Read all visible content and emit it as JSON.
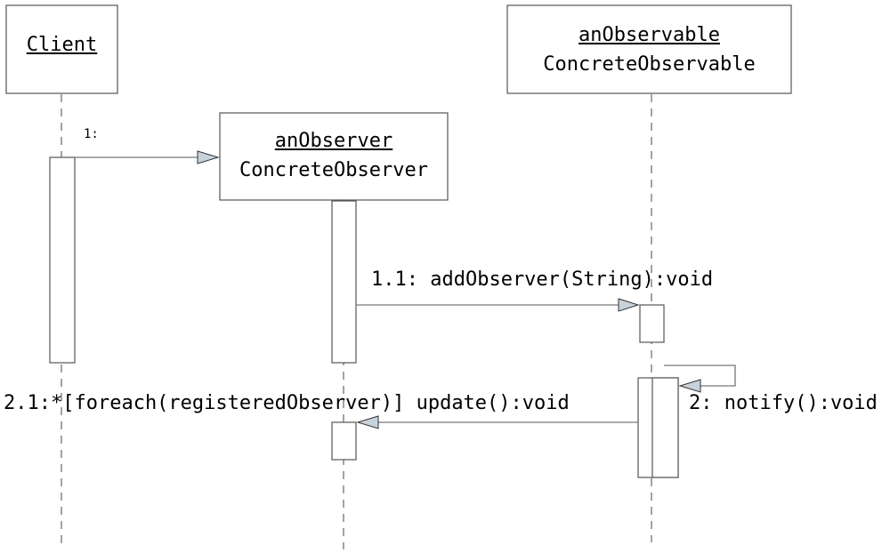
{
  "objects": {
    "client": {
      "name": "Client"
    },
    "observer": {
      "name": "anObserver",
      "type": "ConcreteObserver"
    },
    "observable": {
      "name": "anObservable",
      "type": "ConcreteObservable"
    }
  },
  "messages": {
    "m1": "1:",
    "m1_1": "1.1: addObserver(String):void",
    "m2": "2: notify():void",
    "m2_1": "2.1:*[foreach(registeredObserver)] update():void"
  }
}
